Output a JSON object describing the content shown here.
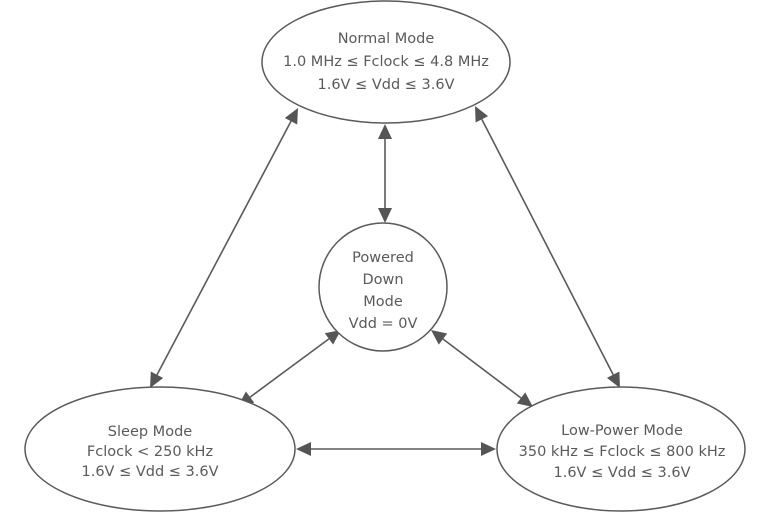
{
  "diagram": {
    "type": "state-diagram",
    "colors": {
      "stroke": "#5a5a5a",
      "text": "#5a5a5a",
      "arrowhead": "#555555",
      "background": "#ffffff"
    },
    "nodes": [
      {
        "id": "normal",
        "shape": "ellipse",
        "lines": [
          "Normal Mode",
          "1.0 MHz ≤ Fclock ≤ 4.8 MHz",
          "1.6V ≤ Vdd ≤ 3.6V"
        ]
      },
      {
        "id": "powered_down",
        "shape": "circle",
        "lines": [
          "Powered",
          "Down",
          "Mode",
          "Vdd = 0V"
        ]
      },
      {
        "id": "sleep",
        "shape": "ellipse",
        "lines": [
          "Sleep Mode",
          "Fclock < 250 kHz",
          "1.6V ≤ Vdd ≤ 3.6V"
        ]
      },
      {
        "id": "low_power",
        "shape": "ellipse",
        "lines": [
          "Low-Power Mode",
          "350 kHz ≤ Fclock ≤ 800 kHz",
          "1.6V ≤ Vdd ≤ 3.6V"
        ]
      }
    ],
    "edges": [
      {
        "from": "normal",
        "to": "sleep",
        "direction": "bidirectional"
      },
      {
        "from": "normal",
        "to": "low_power",
        "direction": "bidirectional"
      },
      {
        "from": "normal",
        "to": "powered_down",
        "direction": "bidirectional"
      },
      {
        "from": "powered_down",
        "to": "sleep",
        "direction": "bidirectional"
      },
      {
        "from": "powered_down",
        "to": "low_power",
        "direction": "bidirectional"
      },
      {
        "from": "sleep",
        "to": "low_power",
        "direction": "bidirectional"
      }
    ]
  }
}
